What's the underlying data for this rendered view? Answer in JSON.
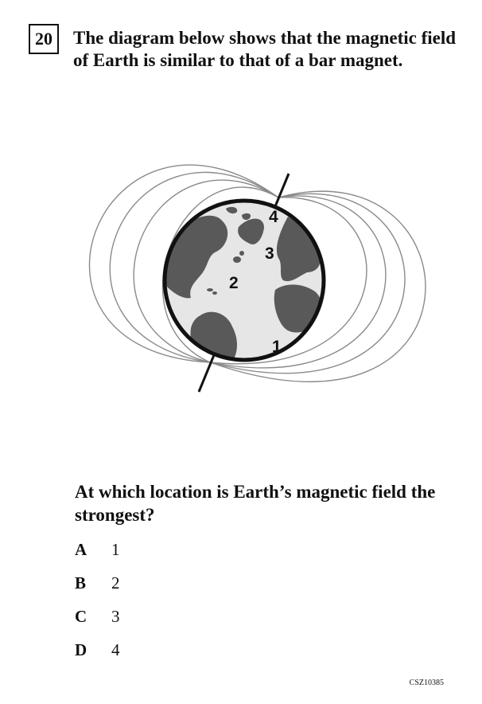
{
  "question": {
    "number": "20",
    "stem": "The diagram below shows that the magnetic field of Earth is similar to that of a bar magnet.",
    "prompt": "At which location is Earth’s magnetic field the strongest?"
  },
  "figure": {
    "locations": [
      "1",
      "2",
      "3",
      "4"
    ]
  },
  "options": [
    {
      "letter": "A",
      "text": "1"
    },
    {
      "letter": "B",
      "text": "2"
    },
    {
      "letter": "C",
      "text": "3"
    },
    {
      "letter": "D",
      "text": "4"
    }
  ],
  "footer": {
    "code": "CSZ10385"
  },
  "colors": {
    "ocean": "#e6e6e6",
    "land": "#595959",
    "outline": "#111111",
    "field_line": "#8a8a8a"
  }
}
